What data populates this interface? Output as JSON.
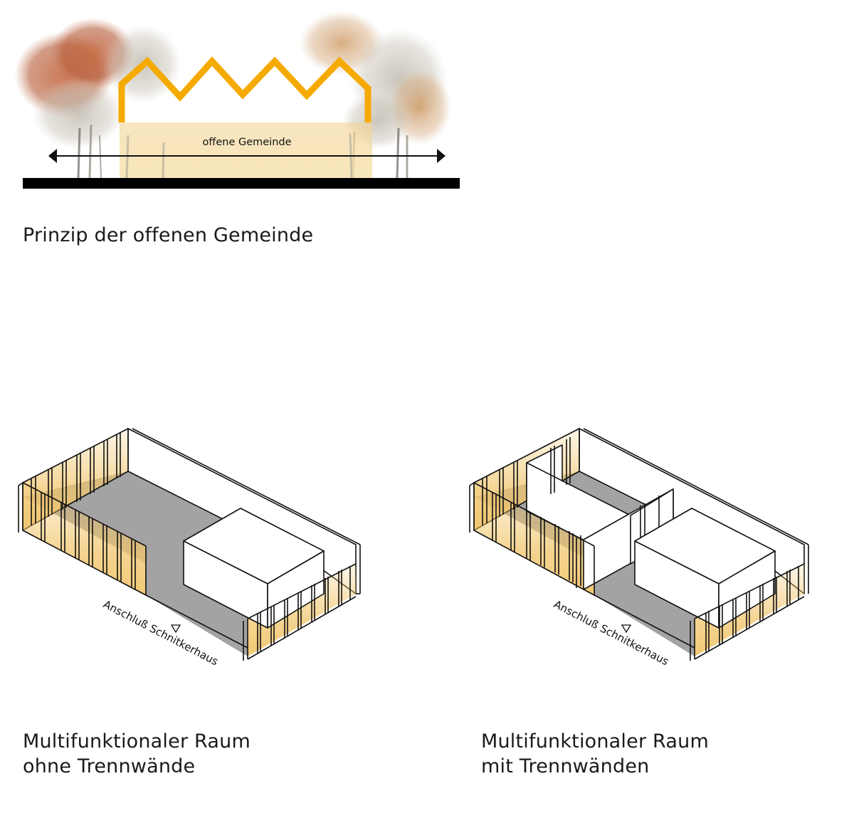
{
  "section_diagram": {
    "label": "offene Gemeinde",
    "caption": "Prinzip der offenen Gemeinde",
    "roof_color": "#f5aa00",
    "glow_color": "#f7d98b",
    "ground_color": "#000000"
  },
  "axonometric_left": {
    "caption_line1": "Multifunktionaler Raum",
    "caption_line2": "ohne Trennwände",
    "entry_label": "Anschluß Schnitkerhaus"
  },
  "axonometric_right": {
    "caption_line1": "Multifunktionaler Raum",
    "caption_line2": "mit Trennwänden",
    "entry_label": "Anschluß Schnitkerhaus"
  },
  "colors": {
    "floor": "#a3a3a3",
    "line": "#111111",
    "facade_glow": "#f1c66e"
  }
}
